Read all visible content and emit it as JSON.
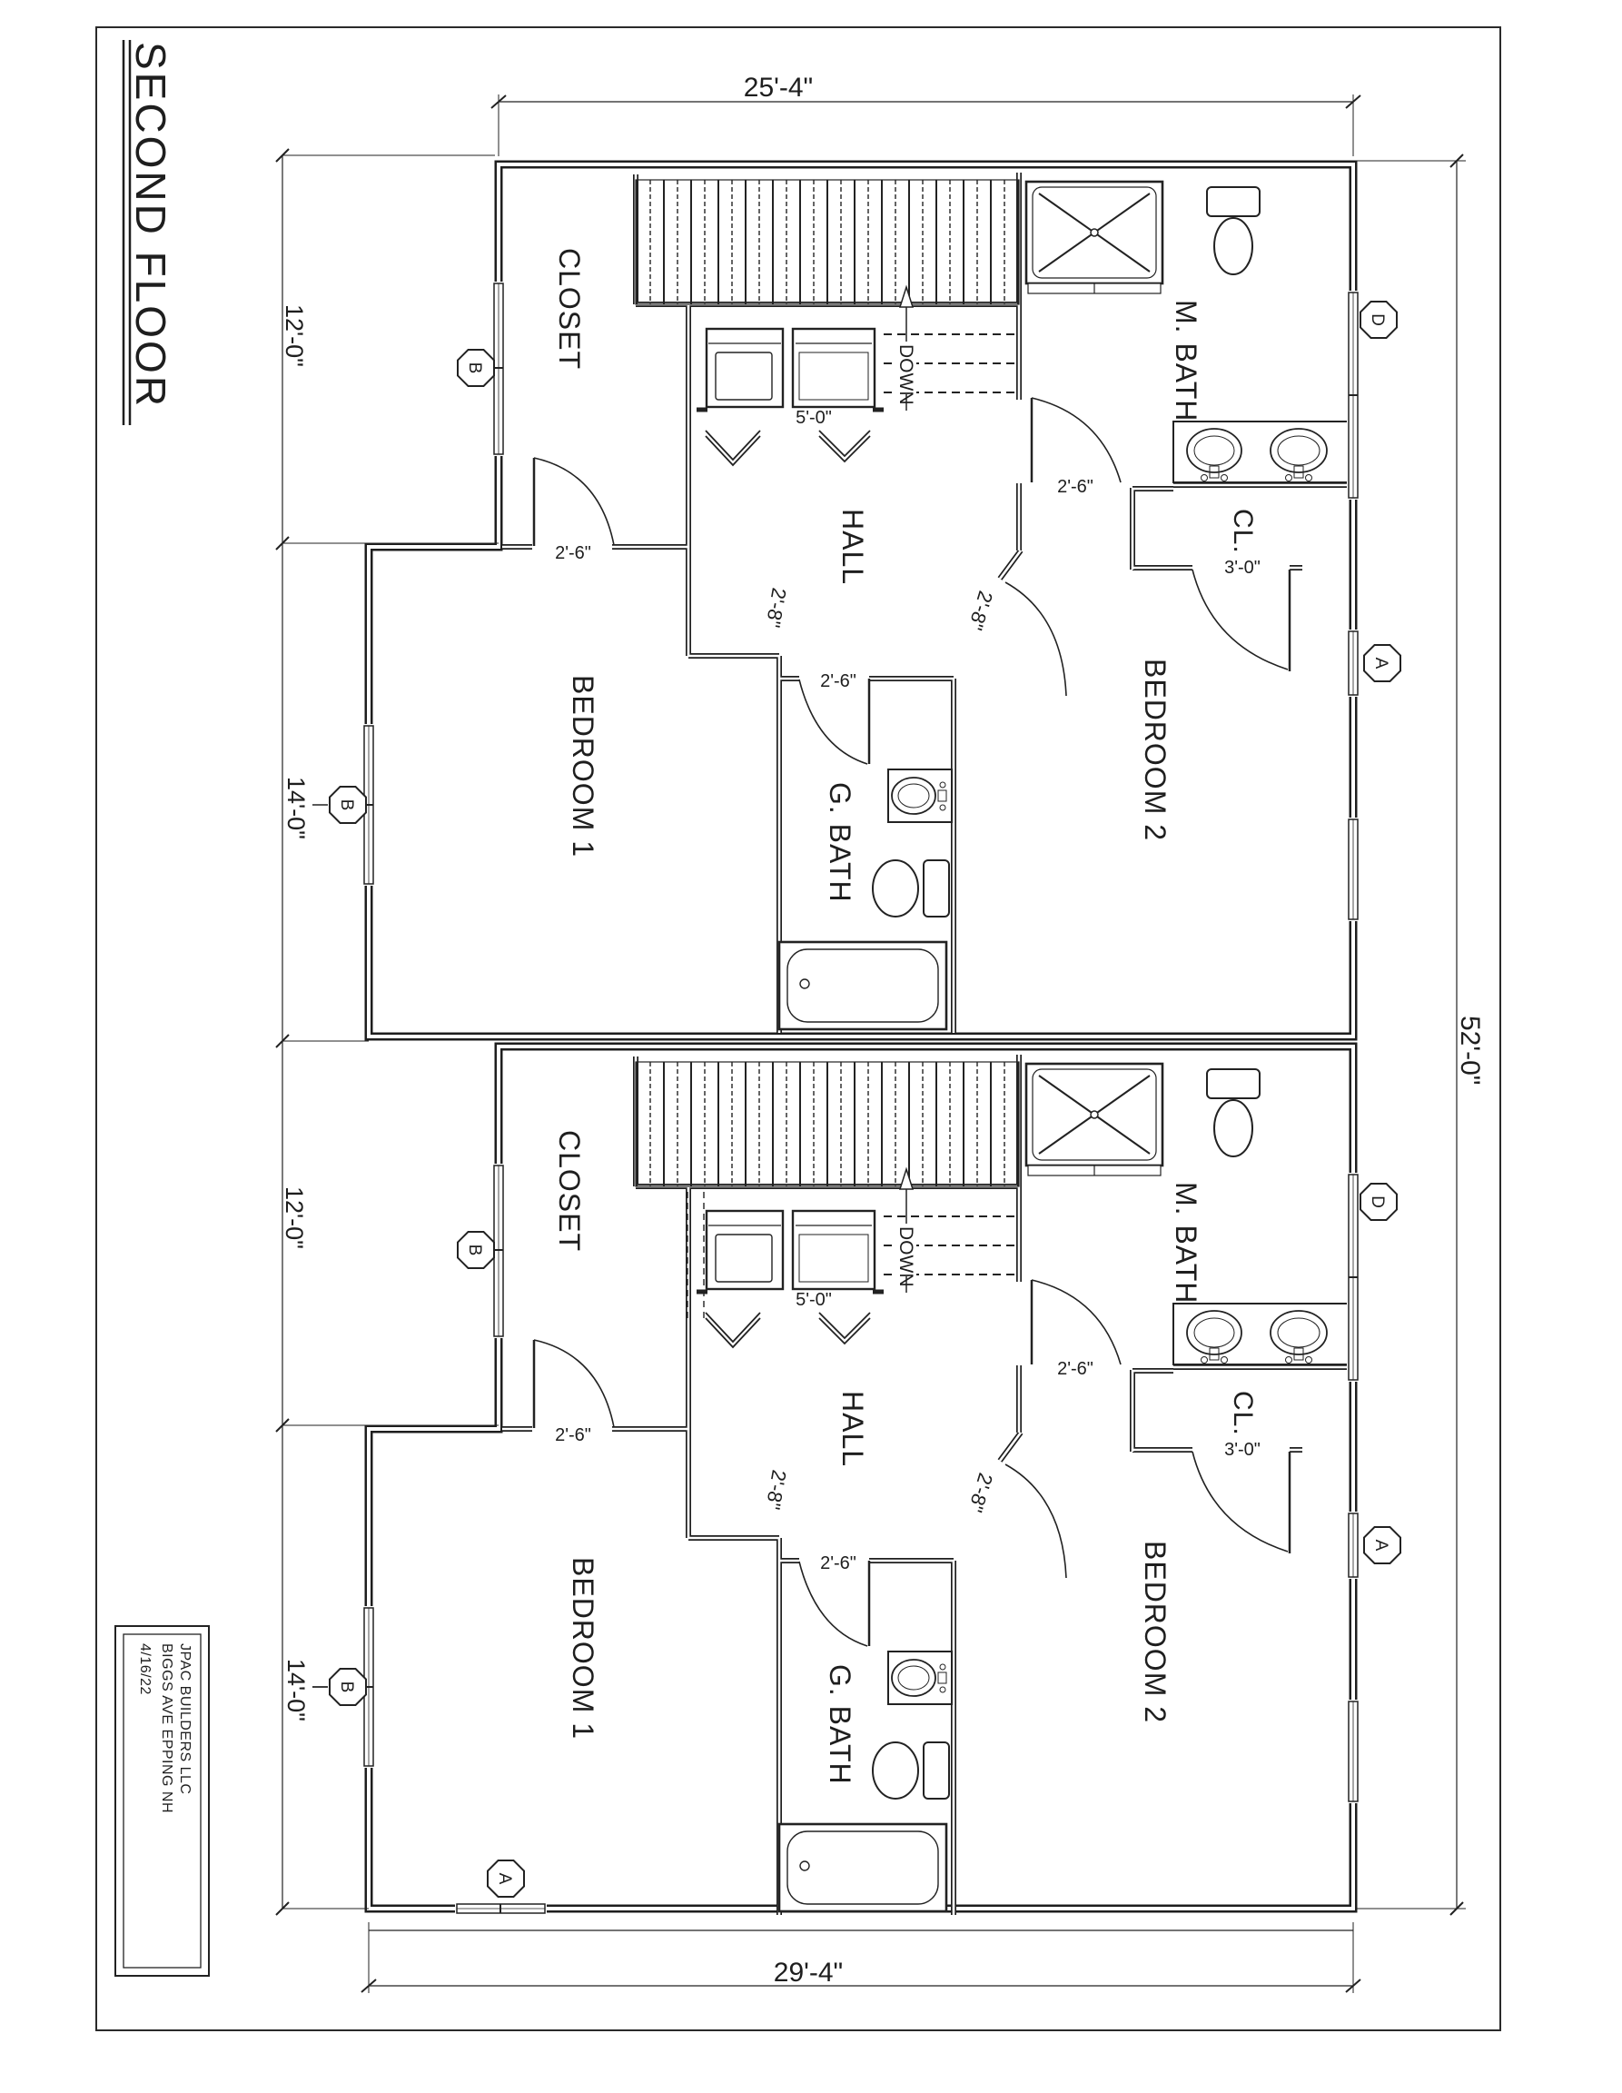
{
  "sheet": {
    "title": "SECOND FLOOR"
  },
  "title_block": {
    "company": "JPAC BUILDERS LLC",
    "address": "BIGGS AVE EPPING NH",
    "date": "4/16/22"
  },
  "overall_dims": {
    "top": "25'-4\"",
    "bottom": "29'-4\"",
    "right": "52'-0\"",
    "left_closet": "12'-0\"",
    "left_bedroom": "14'-0\""
  },
  "rooms": {
    "closet": "CLOSET",
    "m_bath": "M. BATH",
    "hall": "HALL",
    "bedroom1": "BEDROOM 1",
    "bedroom2": "BEDROOM 2",
    "g_bath": "G. BATH",
    "cl": "CL.",
    "down": "DOWN"
  },
  "door_dims": {
    "w26": "2'-6\"",
    "w28": "2'-8\"",
    "w30": "3'-0\"",
    "w50": "5'-0\""
  },
  "grid_bubbles": {
    "a": "A",
    "b": "B",
    "d": "D"
  },
  "colors": {
    "ink": "#1e1e1e",
    "paper": "#ffffff"
  }
}
